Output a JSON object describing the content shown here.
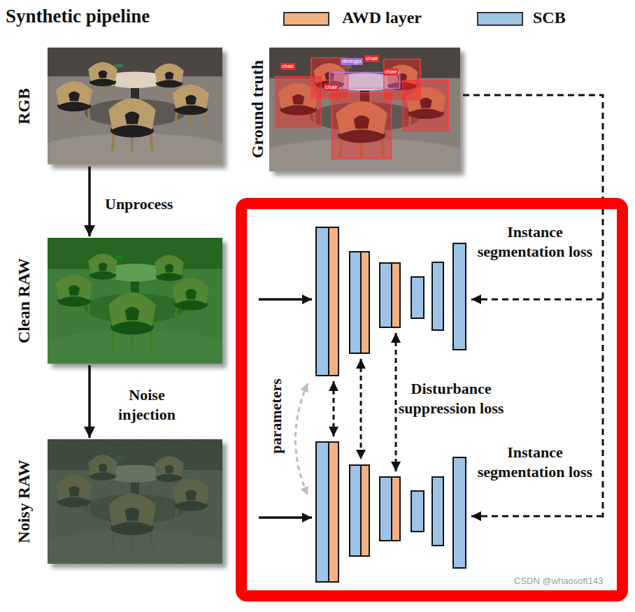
{
  "diagram": {
    "title": "Synthetic pipeline",
    "nodes": [
      {
        "text": [
          "RGB"
        ]
      },
      {
        "text": [
          "Ground truth"
        ]
      },
      {
        "text": [
          "Clean RAW"
        ]
      },
      {
        "text": [
          "Instance segmentation loss",
          "Disturbance suppression loss",
          "Instance segmentation loss",
          "parameters"
        ]
      },
      {
        "text": [
          "Noisy RAW"
        ]
      }
    ],
    "edges": [
      {
        "from": 0,
        "to": 2,
        "label": "Unprocess",
        "arrow": "to"
      },
      {
        "from": 2,
        "to": 4,
        "label": "Noise injection",
        "arrow": "to"
      },
      {
        "from": 1,
        "to": 3,
        "arrow": "none"
      }
    ],
    "labels": [
      "chair",
      "diningta",
      "chair",
      "chair",
      "chair",
      "CSDN @whaosoft143"
    ],
    "legend": [
      {
        "text": "AWD layer",
        "color": "#f4b183"
      },
      {
        "text": "SCB",
        "color": "#9dc3e6"
      }
    ]
  }
}
